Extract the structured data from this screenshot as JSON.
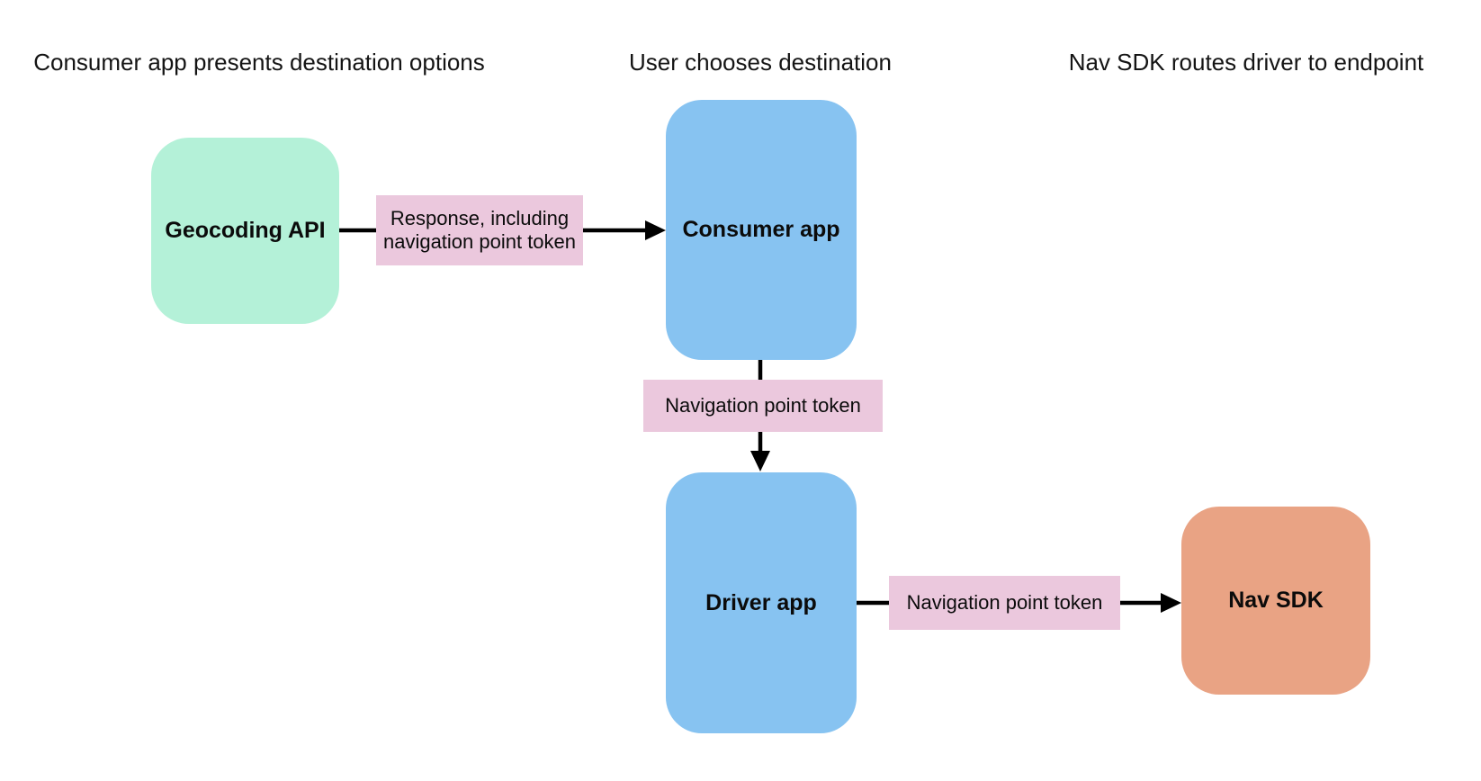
{
  "diagram": {
    "background": "#ffffff",
    "headers": [
      {
        "id": "step-1",
        "text": "Consumer app presents destination options"
      },
      {
        "id": "step-2",
        "text": "User chooses destination"
      },
      {
        "id": "step-3",
        "text": "Nav SDK routes driver to endpoint"
      }
    ],
    "nodes": [
      {
        "id": "geocoding-api",
        "label": "Geocoding API",
        "color": "#b4f1d8"
      },
      {
        "id": "consumer-app",
        "label": "Consumer app",
        "color": "#87c3f1"
      },
      {
        "id": "driver-app",
        "label": "Driver app",
        "color": "#87c3f1"
      },
      {
        "id": "nav-sdk",
        "label": "Nav SDK",
        "color": "#e9a384"
      }
    ],
    "edge_labels": [
      {
        "id": "response-token",
        "text": "Response, including navigation point token",
        "color": "#ebc8dd"
      },
      {
        "id": "navigation-point-token-1",
        "text": "Navigation point token",
        "color": "#ebc8dd"
      },
      {
        "id": "navigation-point-token-2",
        "text": "Navigation point token",
        "color": "#ebc8dd"
      }
    ],
    "edges": [
      {
        "id": "geocoding-to-consumer",
        "from": "geocoding-api",
        "to": "consumer-app",
        "label": "response-token"
      },
      {
        "id": "consumer-to-driver",
        "from": "consumer-app",
        "to": "driver-app",
        "label": "navigation-point-token-1"
      },
      {
        "id": "driver-to-navsdk",
        "from": "driver-app",
        "to": "nav-sdk",
        "label": "navigation-point-token-2"
      }
    ],
    "arrow_color": "#000000"
  }
}
